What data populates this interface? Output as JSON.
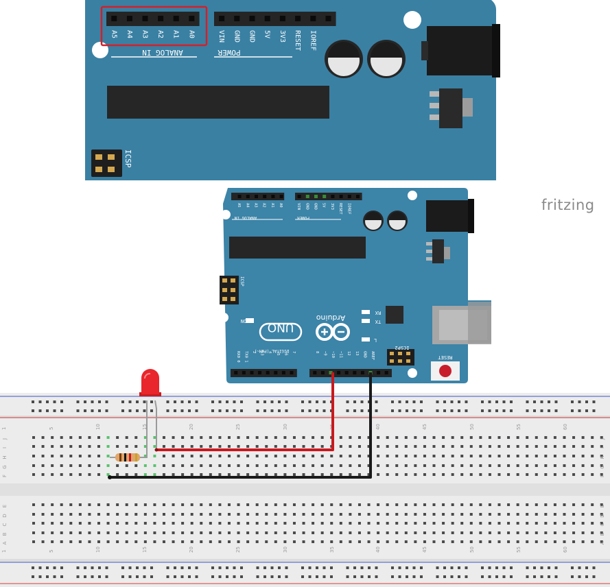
{
  "zoom_header": {
    "analog_pins": [
      "A5",
      "A4",
      "A3",
      "A2",
      "A1",
      "A0"
    ],
    "analog_label": "ANALOG IN",
    "power_pins": [
      "VIN",
      "GND",
      "GND",
      "5V",
      "3V3",
      "RESET",
      "IOREF"
    ],
    "power_label": "POWER",
    "icsp_label": "ICSP"
  },
  "board": {
    "analog_pins": [
      "A5",
      "A4",
      "A3",
      "A2",
      "A1",
      "A0"
    ],
    "analog_label": "ANALOG IN",
    "power_pins": [
      "VIN",
      "GND",
      "GND",
      "5V",
      "3V3",
      "RESET",
      "IOREF"
    ],
    "power_label": "POWER",
    "icsp_label": "ICSP",
    "icsp2_label": "ICSP2",
    "on_label": "ON",
    "brand_text": "Arduino",
    "model_text": "UNO",
    "rx_label": "RX",
    "tx_label": "TX",
    "l_label": "L",
    "reset_label": "RESET",
    "digital_label": "DIGITAL (PWM~)",
    "digital_pins": [
      "RX0 0",
      "TX0 1",
      "2",
      "~3",
      "4",
      "~5",
      "~6",
      "7",
      "8",
      "~9",
      "~10",
      "~11",
      "12",
      "13",
      "GND",
      "AREF"
    ]
  },
  "breadboard": {
    "column_numbers": [
      "1",
      "5",
      "10",
      "15",
      "20",
      "25",
      "30",
      "35",
      "40",
      "45",
      "50",
      "55",
      "60"
    ],
    "rows_top": [
      "J",
      "I",
      "H",
      "G",
      "F"
    ],
    "rows_bottom": [
      "E",
      "D",
      "C",
      "B",
      "A"
    ]
  },
  "watermark": "fritzing",
  "colors": {
    "board_blue": "#3c84a8",
    "board_blue_dark": "#2b6e93",
    "highlight_red": "#d3202a",
    "wire_red": "#c8191e",
    "wire_black": "#1a1a1a",
    "led_red": "#e8262b"
  }
}
